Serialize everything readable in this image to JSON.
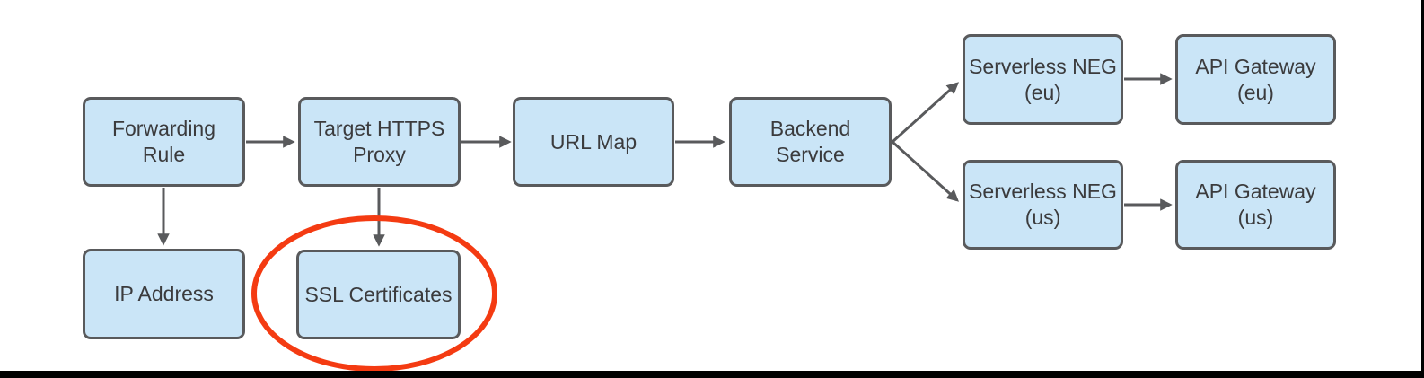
{
  "diagram": {
    "nodes": [
      {
        "id": "forwarding-rule",
        "label": "Forwarding Rule"
      },
      {
        "id": "target-https-proxy",
        "label": "Target HTTPS\nProxy"
      },
      {
        "id": "url-map",
        "label": "URL Map"
      },
      {
        "id": "backend-service",
        "label": "Backend Service"
      },
      {
        "id": "serverless-neg-eu",
        "label": "Serverless NEG\n(eu)"
      },
      {
        "id": "api-gateway-eu",
        "label": "API Gateway\n(eu)"
      },
      {
        "id": "serverless-neg-us",
        "label": "Serverless NEG\n(us)"
      },
      {
        "id": "api-gateway-us",
        "label": "API Gateway\n(us)"
      },
      {
        "id": "ip-address",
        "label": "IP Address"
      },
      {
        "id": "ssl-certificates",
        "label": "SSL Certificates"
      }
    ],
    "edges": [
      {
        "from": "Forwarding Rule",
        "to": "Target HTTPS Proxy"
      },
      {
        "from": "Target HTTPS Proxy",
        "to": "URL Map"
      },
      {
        "from": "URL Map",
        "to": "Backend Service"
      },
      {
        "from": "Backend Service",
        "to": "Serverless NEG (eu)"
      },
      {
        "from": "Backend Service",
        "to": "Serverless NEG (us)"
      },
      {
        "from": "Serverless NEG (eu)",
        "to": "API Gateway (eu)"
      },
      {
        "from": "Serverless NEG (us)",
        "to": "API Gateway (us)"
      },
      {
        "from": "Forwarding Rule",
        "to": "IP Address"
      },
      {
        "from": "Target HTTPS Proxy",
        "to": "SSL Certificates"
      }
    ],
    "highlight": {
      "shape": "ellipse",
      "around": "SSL Certificates",
      "color": "#f43b12"
    },
    "colors": {
      "node_fill": "#cae5f7",
      "node_border": "#595a5c",
      "arrow": "#595a5c",
      "text": "#3b3b3d",
      "highlight": "#f43b12",
      "frame_bar": "#000000"
    }
  }
}
